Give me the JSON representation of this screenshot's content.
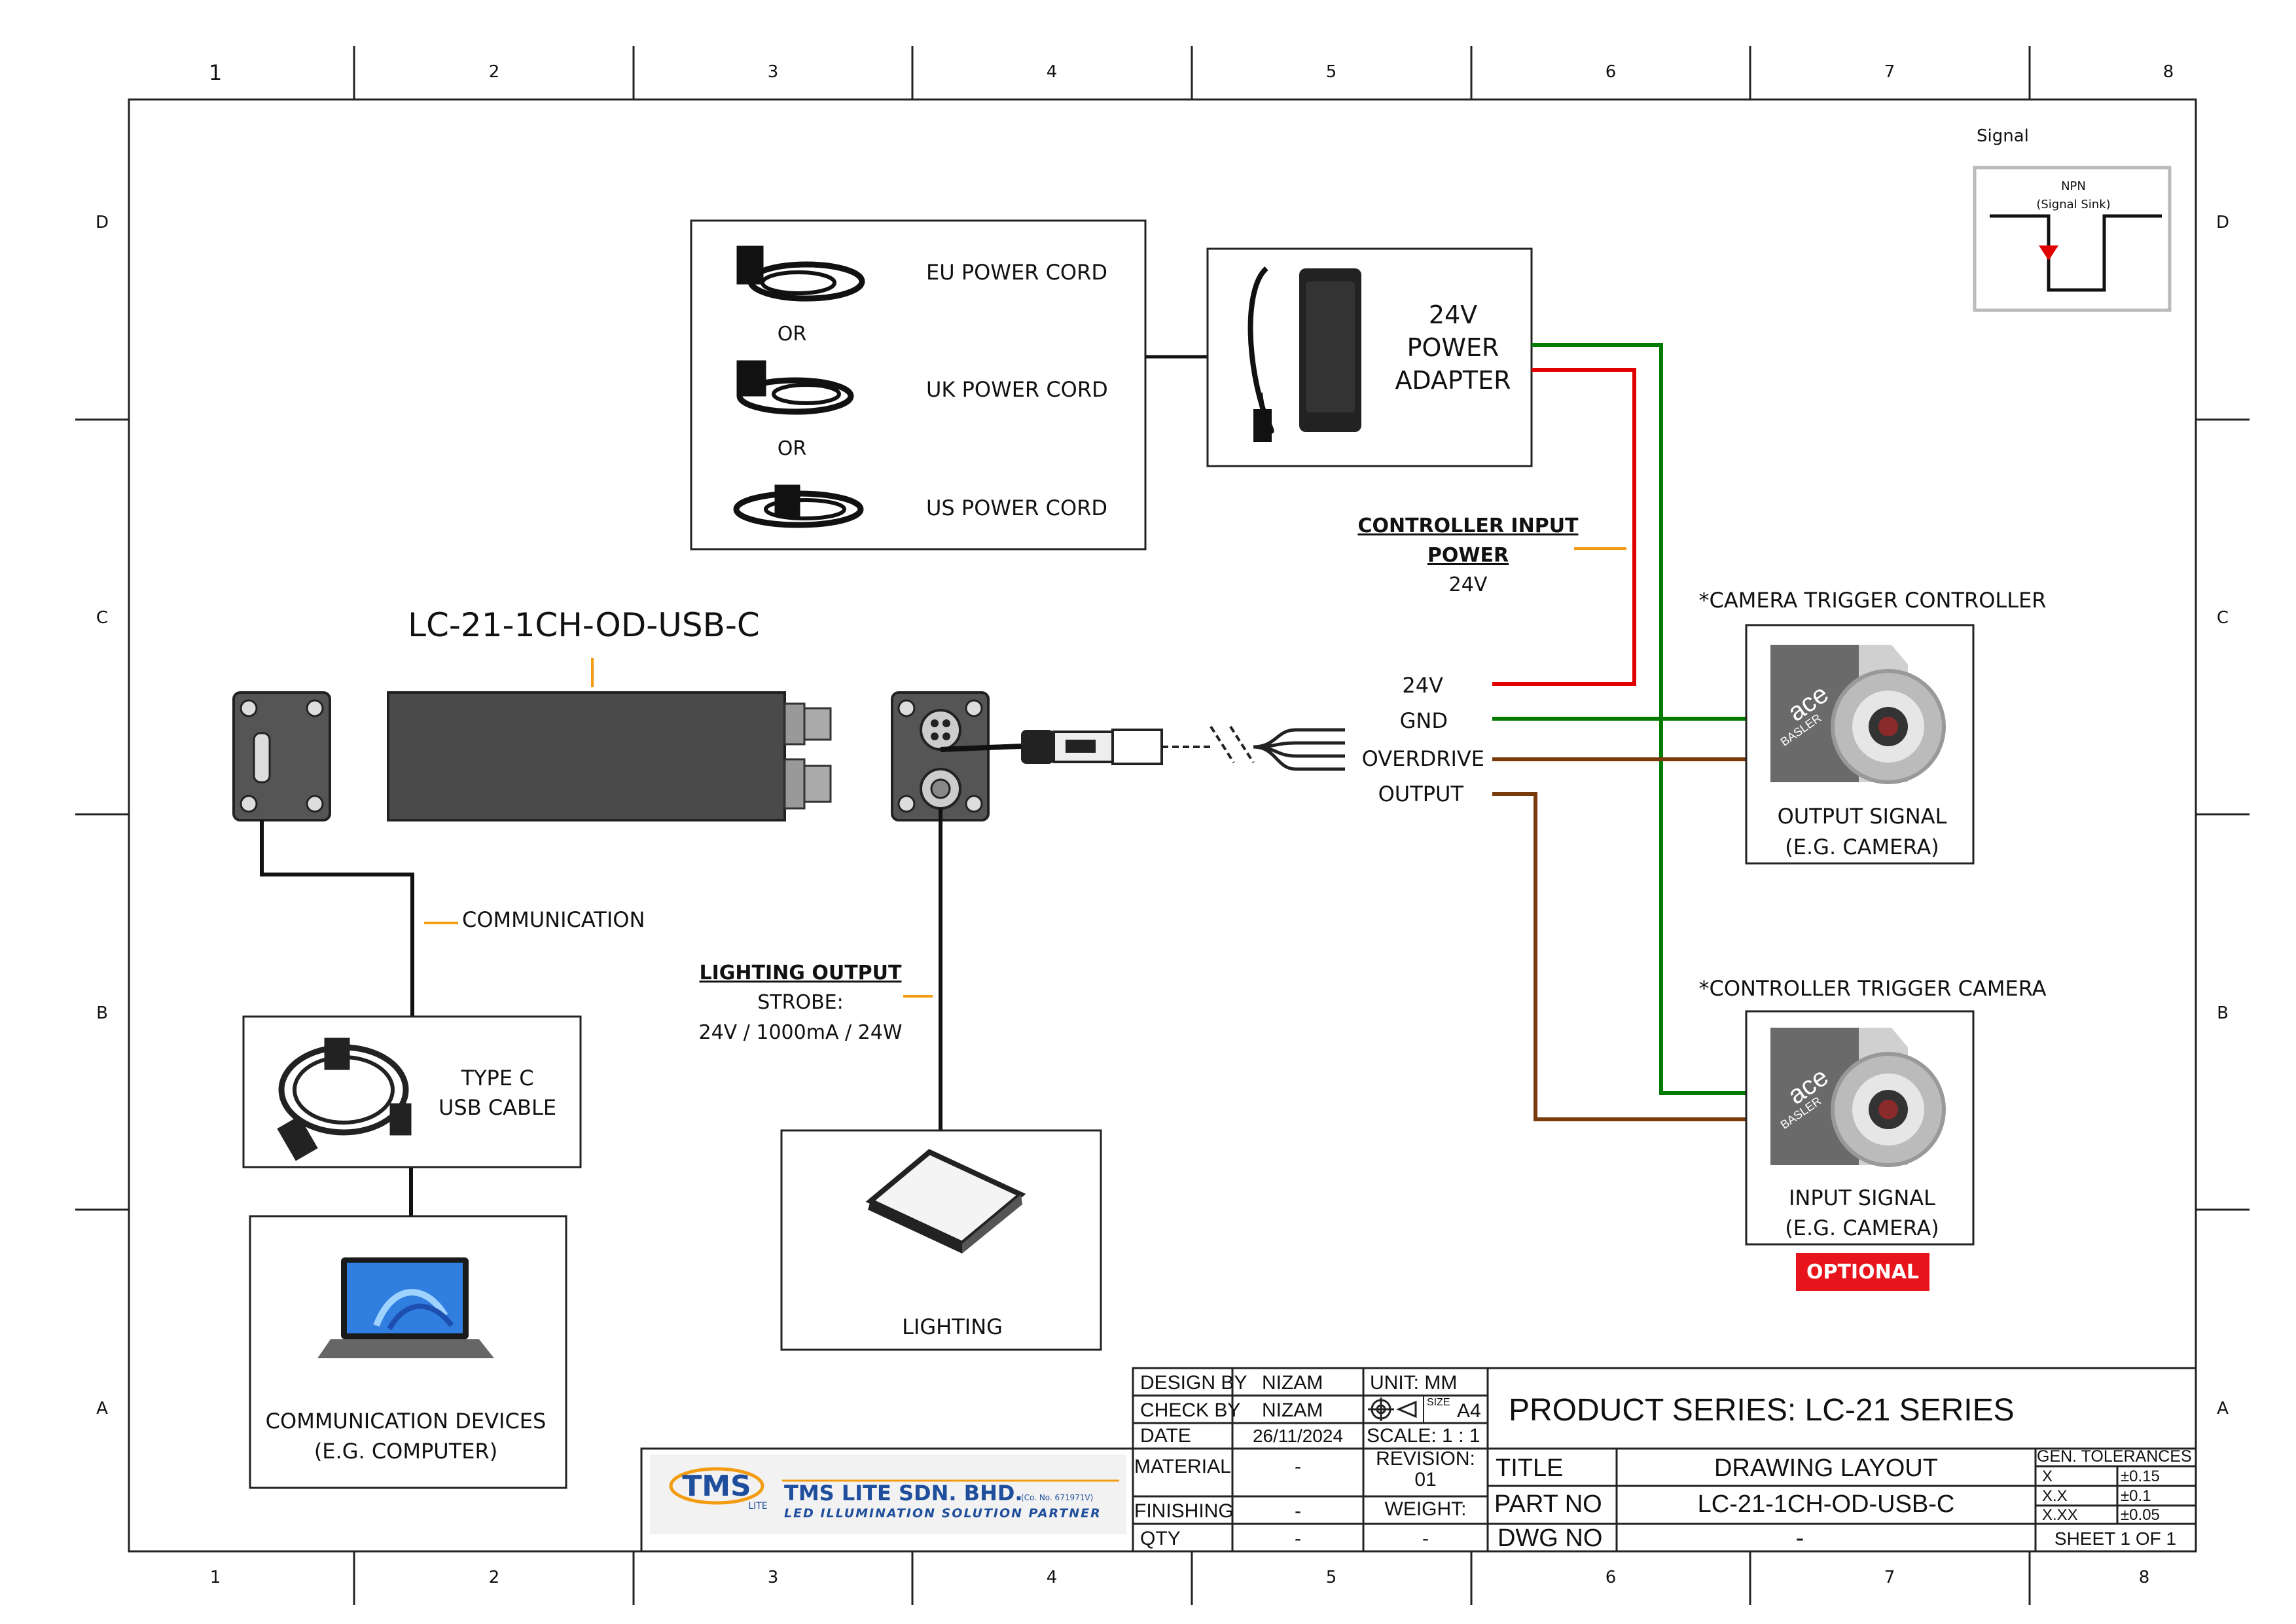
{
  "frame": {
    "col_labels": [
      "1",
      "2",
      "3",
      "4",
      "5",
      "6",
      "7",
      "8"
    ],
    "row_labels": [
      "D",
      "C",
      "B",
      "A"
    ]
  },
  "signal_box": {
    "title": "Signal",
    "type_label": "NPN",
    "type_sub": "(Signal Sink)"
  },
  "power_cords": {
    "eu": "EU POWER CORD",
    "or1": "OR",
    "uk": "UK POWER CORD",
    "or2": "OR",
    "us": "US POWER CORD"
  },
  "adapter": {
    "line1": "24V",
    "line2": "POWER",
    "line3": "ADAPTER"
  },
  "controller_input": {
    "line1": "CONTROLLER INPUT",
    "line2": "POWER",
    "voltage": "24V"
  },
  "controller": {
    "model": "LC-21-1CH-OD-USB-C"
  },
  "wires": {
    "w24v": "24V",
    "gnd": "GND",
    "overdrive": "OVERDRIVE",
    "output": "OUTPUT",
    "colors": {
      "red": "#e00000",
      "green": "#007a00",
      "brown": "#7a3b0c",
      "leader": "#f39c12"
    }
  },
  "camera1": {
    "heading": "*CAMERA TRIGGER CONTROLLER",
    "line1": "OUTPUT SIGNAL",
    "line2": "(E.G. CAMERA)",
    "brand1": "ace",
    "brand2": "BASLER"
  },
  "camera2": {
    "heading": "*CONTROLLER TRIGGER CAMERA",
    "line1": "INPUT SIGNAL",
    "line2": "(E.G. CAMERA)",
    "brand1": "ace",
    "brand2": "BASLER",
    "badge": "OPTIONAL",
    "badge_color": "#e8141c"
  },
  "communication": {
    "label": "COMMUNICATION"
  },
  "usb": {
    "line1": "TYPE C",
    "line2": "USB CABLE"
  },
  "computer": {
    "line1": "COMMUNICATION DEVICES",
    "line2": "(E.G. COMPUTER)"
  },
  "lighting_output": {
    "title": "LIGHTING OUTPUT",
    "line1": "STROBE:",
    "line2": "24V / 1000mA / 24W"
  },
  "lighting": {
    "label": "LIGHTING"
  },
  "title_block": {
    "design_by_label": "DESIGN BY",
    "design_by": "NIZAM",
    "check_by_label": "CHECK BY",
    "check_by": "NIZAM",
    "date_label": "DATE",
    "date": "26/11/2024",
    "material_label": "MATERIAL",
    "material": "-",
    "finishing_label": "FINISHING",
    "finishing": "-",
    "qty_label": "QTY",
    "qty": "-",
    "unit": "UNIT:  MM",
    "size_label": "SIZE",
    "size": "A4",
    "scale": "SCALE: 1 : 1",
    "revision_label": "REVISION:",
    "revision": "01",
    "weight_label": "WEIGHT:",
    "weight": "-",
    "product_series": "PRODUCT SERIES: LC-21 SERIES",
    "title_label": "TITLE",
    "title": "DRAWING LAYOUT",
    "part_no_label": "PART NO",
    "part_no": "LC-21-1CH-OD-USB-C",
    "dwg_no_label": "DWG NO",
    "dwg_no": "-",
    "tolerances_label": "GEN. TOLERANCES",
    "tol": [
      {
        "k": "X",
        "v": "±0.15"
      },
      {
        "k": "X.X",
        "v": "±0.1"
      },
      {
        "k": "X.XX",
        "v": "±0.05"
      }
    ],
    "sheet": "SHEET 1 OF 1"
  },
  "company": {
    "logo": "TMS",
    "logo_sub": "LITE",
    "name": "TMS LITE SDN. BHD.",
    "reg": "(Co. No. 671971V)",
    "tagline": "LED ILLUMINATION SOLUTION PARTNER",
    "logo_color": "#1f4e9c",
    "accent": "#f39c12"
  }
}
